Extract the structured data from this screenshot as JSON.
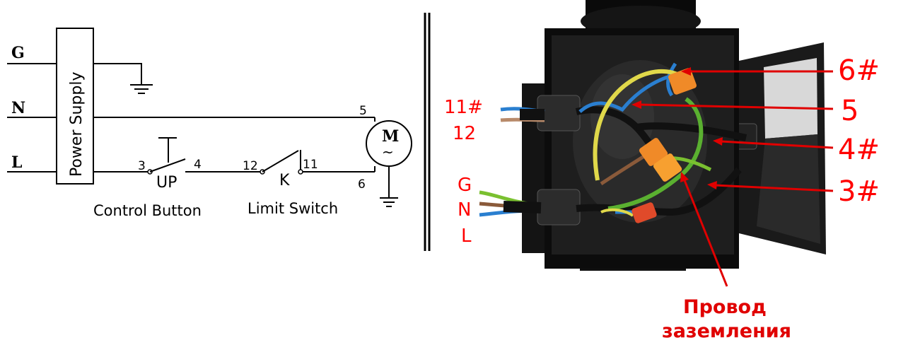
{
  "schematic": {
    "lines": {
      "g": "G",
      "n": "N",
      "l": "L"
    },
    "power_supply": "Power Supply",
    "motor": {
      "letter": "M",
      "symbol": "~"
    },
    "terminals": {
      "t3": "3",
      "t4": "4",
      "t12": "12",
      "t11": "11",
      "t5": "5",
      "t6": "6"
    },
    "button_label": "UP",
    "switch_label": "K",
    "captions": {
      "control_button": "Control Button",
      "limit_switch": "Limit Switch"
    }
  },
  "photo": {
    "cable_left_top": {
      "line1": "11#",
      "line2": "12"
    },
    "cable_left_bottom": {
      "g": "G",
      "n": "N",
      "l": "L"
    },
    "callouts": [
      "6#",
      "5",
      "4#",
      "3#"
    ],
    "ground_wire_label": {
      "line1": "Провод",
      "line2": "заземления"
    },
    "colors": {
      "label_red": "#ff0000",
      "box": "#0c0c0c",
      "wire_blue": "#2a7fd0",
      "wire_brown": "#8a5a3a",
      "wire_yellow": "#e0d84a",
      "wire_green": "#5ab030",
      "connector_orange": "#f08a28"
    }
  }
}
